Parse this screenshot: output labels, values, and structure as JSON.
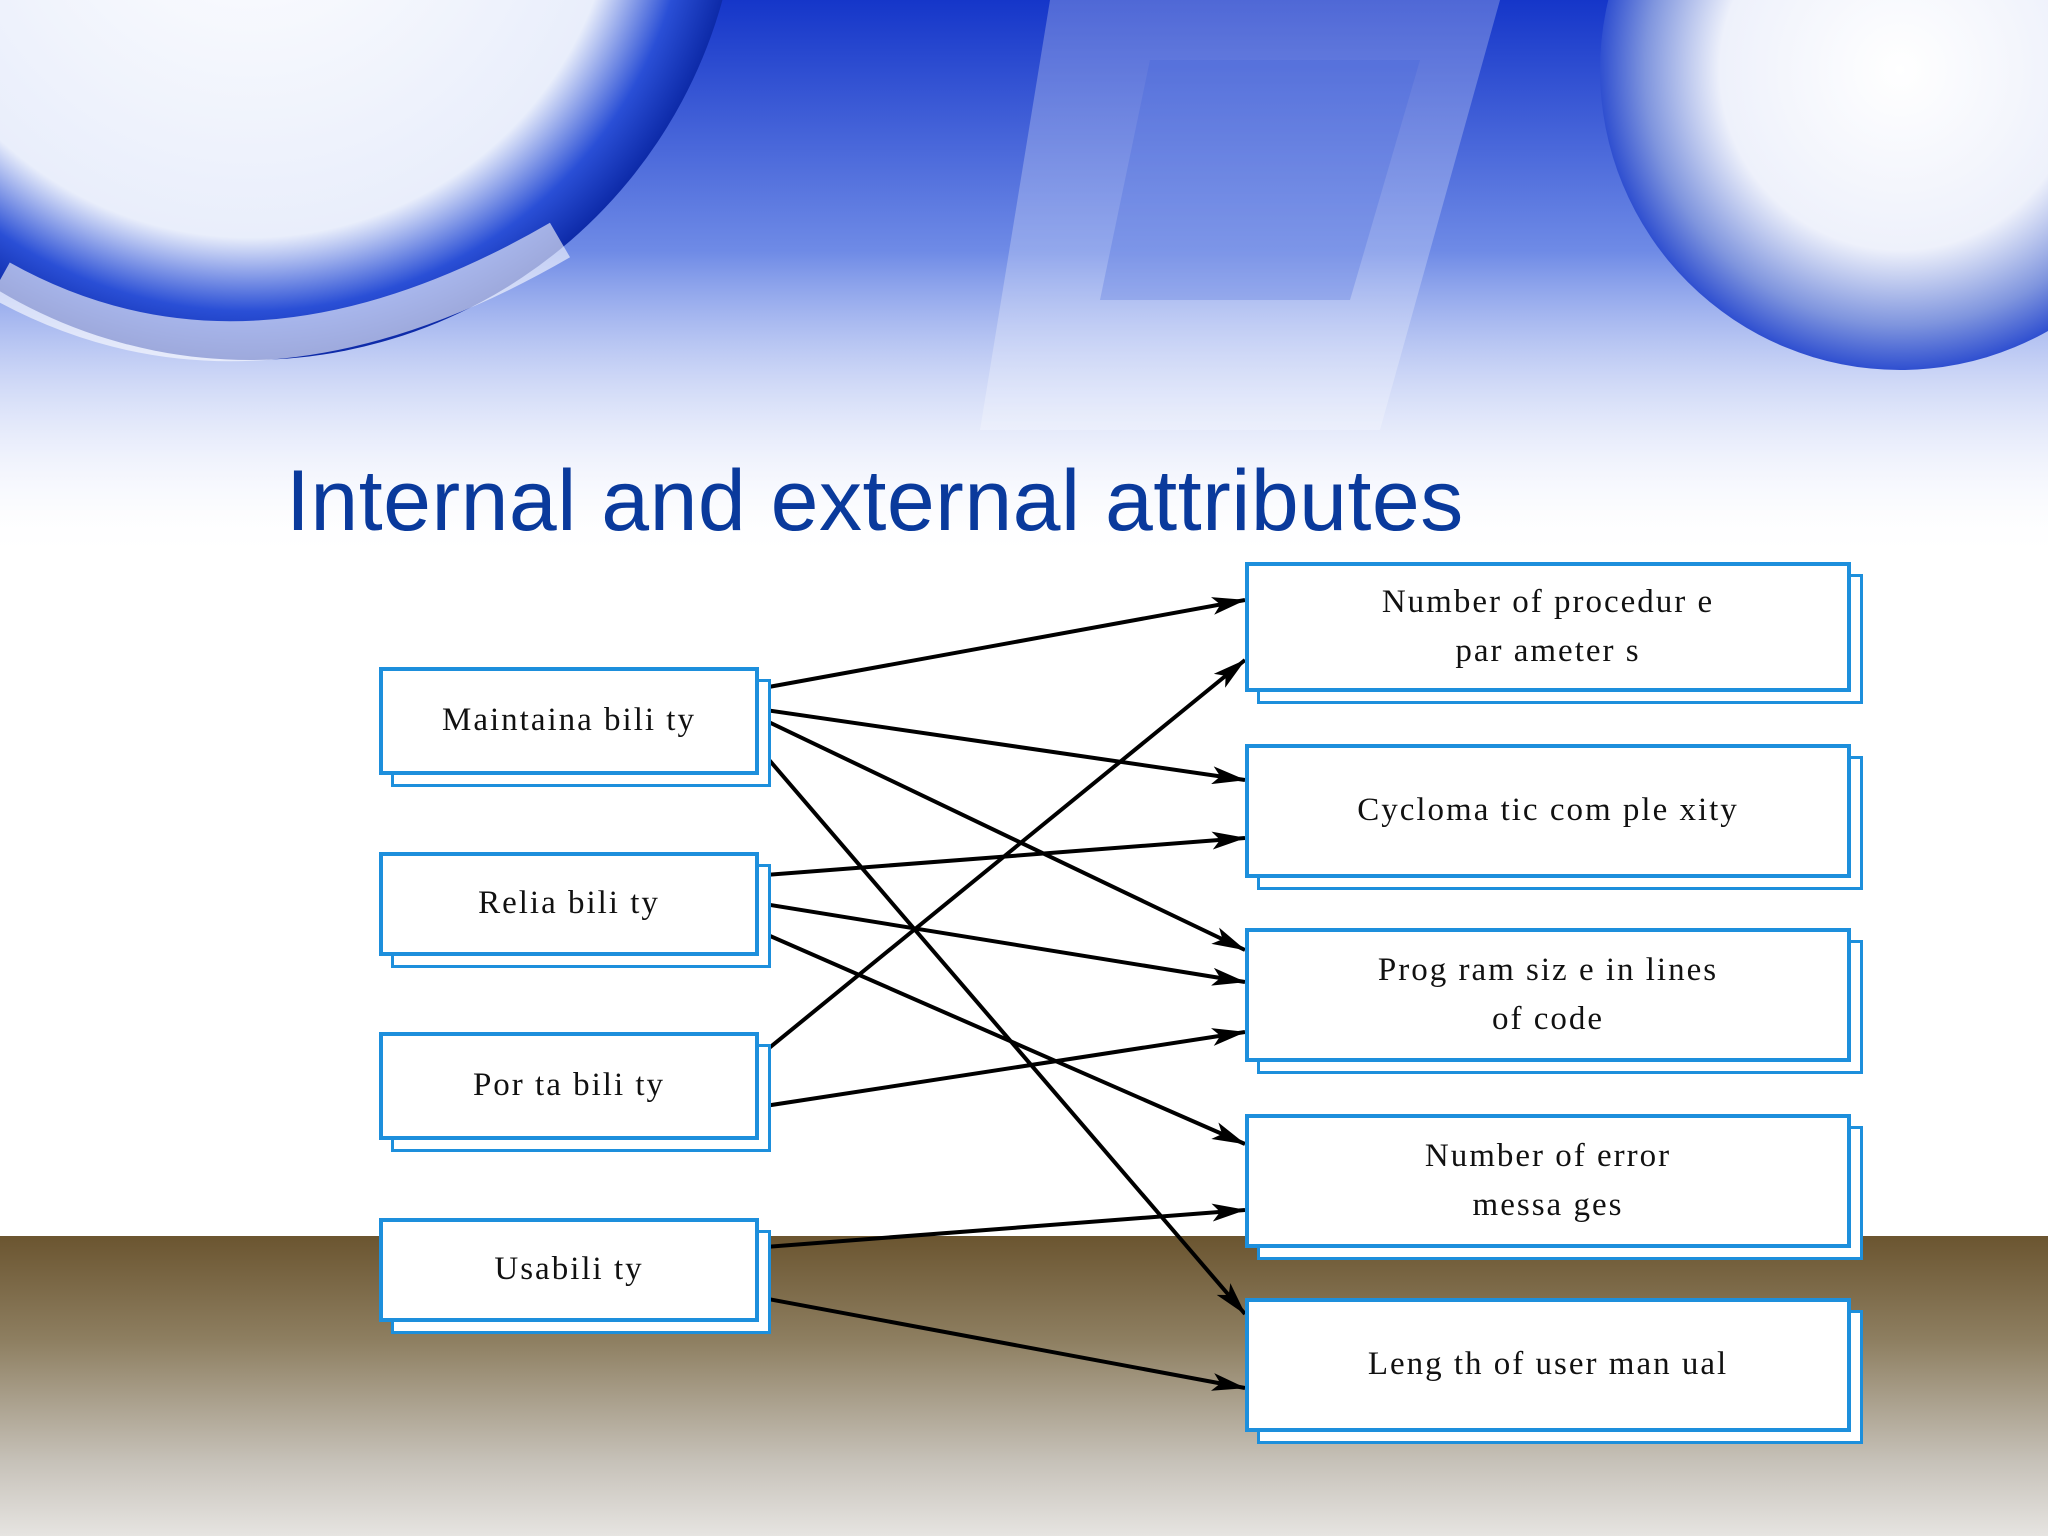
{
  "slide": {
    "title": "Internal and external attributes"
  },
  "diagram": {
    "external_attributes": [
      {
        "id": "maintainability",
        "label": "Maintaina bili ty"
      },
      {
        "id": "reliability",
        "label": "Relia bili ty"
      },
      {
        "id": "portability",
        "label": "Por ta bili ty"
      },
      {
        "id": "usability",
        "label": "Usabili ty"
      }
    ],
    "internal_attributes": [
      {
        "id": "procedure_params",
        "label": "Number of   procedur e\npar ameter s"
      },
      {
        "id": "cyclomatic",
        "label": "Cycloma tic com ple  xity"
      },
      {
        "id": "program_size",
        "label": "Prog ram siz  e in lines\nof  code"
      },
      {
        "id": "error_messages",
        "label": "Number of    error\nmessa  ges"
      },
      {
        "id": "user_manual",
        "label": "Leng th of   user man  ual"
      }
    ],
    "links": [
      {
        "from": "maintainability",
        "to": "procedure_params"
      },
      {
        "from": "maintainability",
        "to": "cyclomatic"
      },
      {
        "from": "maintainability",
        "to": "program_size"
      },
      {
        "from": "maintainability",
        "to": "user_manual"
      },
      {
        "from": "reliability",
        "to": "cyclomatic"
      },
      {
        "from": "reliability",
        "to": "program_size"
      },
      {
        "from": "reliability",
        "to": "error_messages"
      },
      {
        "from": "portability",
        "to": "procedure_params"
      },
      {
        "from": "portability",
        "to": "program_size"
      },
      {
        "from": "usability",
        "to": "error_messages"
      },
      {
        "from": "usability",
        "to": "user_manual"
      }
    ]
  }
}
